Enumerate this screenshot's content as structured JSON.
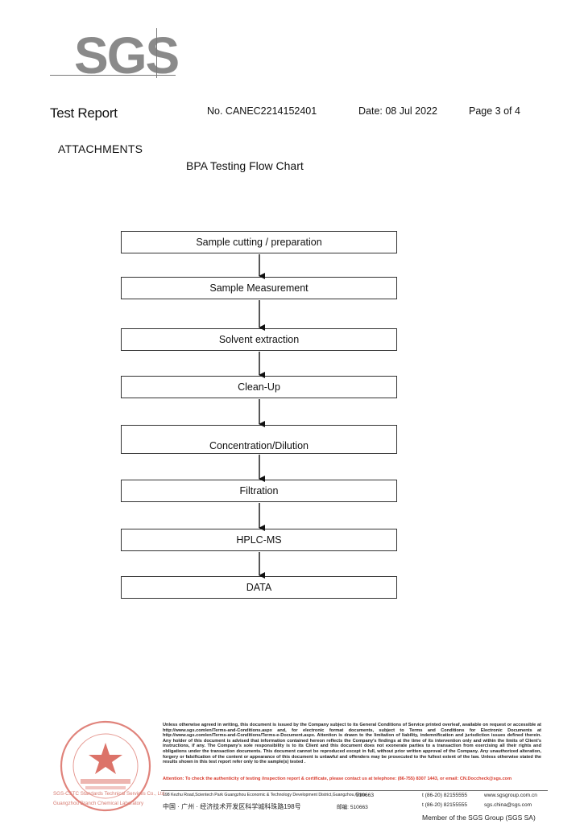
{
  "logo": {
    "text": "SGS"
  },
  "header": {
    "title": "Test Report",
    "report_no": "No. CANEC2214152401",
    "date": "Date: 08 Jul 2022",
    "page": "Page 3 of 4"
  },
  "section": "ATTACHMENTS",
  "chart": {
    "title": "BPA Testing Flow Chart",
    "steps": [
      "Sample cutting / preparation",
      "Sample Measurement",
      "Solvent extraction",
      "Clean-Up",
      "Concentration/Dilution",
      "Filtration",
      "HPLC-MS",
      "DATA"
    ]
  },
  "footer": {
    "disclaimer": "Unless otherwise agreed in writing, this document is issued by the Company subject to its General Conditions of Service printed overleaf, available on request or accessible at http://www.sgs.com/en/Terms-and-Conditions.aspx and, for electronic format documents, subject to Terms and Conditions for Electronic Documents at http://www.sgs.com/en/Terms-and-Conditions/Terms-e-Document.aspx. Attention is drawn to the limitation of liability, indemnification and jurisdiction issues defined therein. Any holder of this document is advised that information contained hereon reflects the Company's findings at the time of its intervention only and within the limits of Client's instructions, if any. The Company's sole responsibility is to its Client and this document does not exonerate parties to a transaction from exercising all their rights and obligations under the transaction documents. This document cannot be reproduced except in full, without prior written approval of the Company. Any unauthorized alteration, forgery or falsification of the content or appearance of this document is unlawful and offenders may be prosecuted to the fullest extent of the law. Unless otherwise stated the results shown in this test report refer only to the sample(s) tested .",
    "attention": "Attention: To check the authenticity of testing /inspection report & certificate, please contact us at telephone: (86-755) 8307 1443, or email: CN.Doccheck@sgs.com",
    "address_en": "198 Kezhu Road,Scientech Park Guangzhou Economic & Technology Development District,Guangzhou,China",
    "postcode_en": "510663",
    "phone_en": "t (86-20) 82155555",
    "web_en": "www.sgsgroup.com.cn",
    "address_cn": "中国 · 广州 · 经济技术开发区科学城科珠路198号",
    "postcode_cn": "邮编: 510663",
    "phone_cn": "t (86-20) 82155555",
    "web_cn": "sgs.china@sgs.com",
    "member": "Member of the SGS Group (SGS SA)",
    "stamp_label_1": "SGS-CSTC Standards Technical Services Co., Ltd.",
    "stamp_label_2": "Guangzhou Branch Chemical Laboratory"
  },
  "colors": {
    "logo_gray": "#8a8a8a",
    "attention_red": "#d8392b",
    "stamp_red": "#d65a4f"
  }
}
